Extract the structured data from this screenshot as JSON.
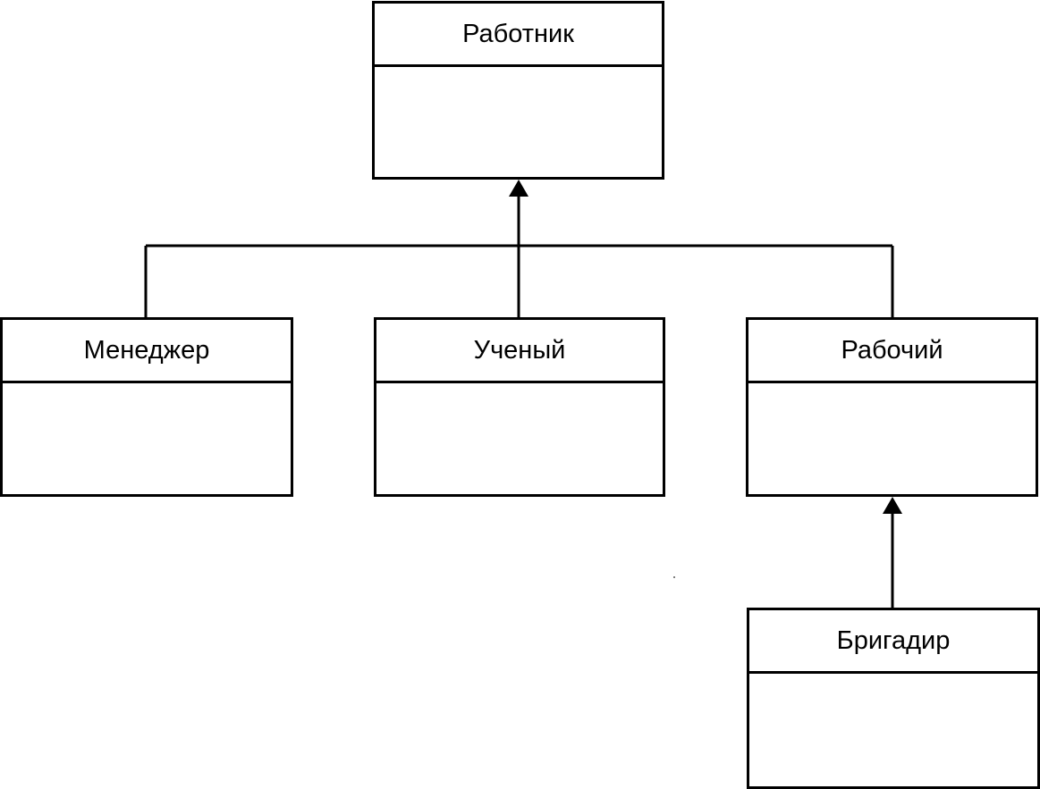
{
  "diagram": {
    "classes": {
      "employee": {
        "name": "Работник"
      },
      "manager": {
        "name": "Менеджер"
      },
      "scientist": {
        "name": "Ученый"
      },
      "worker": {
        "name": "Рабочий"
      },
      "foreman": {
        "name": "Бригадир"
      }
    },
    "relations": [
      {
        "type": "generalization",
        "from": "manager",
        "to": "employee"
      },
      {
        "type": "generalization",
        "from": "scientist",
        "to": "employee"
      },
      {
        "type": "generalization",
        "from": "worker",
        "to": "employee"
      },
      {
        "type": "generalization",
        "from": "foreman",
        "to": "worker"
      }
    ],
    "colors": {
      "line": "#000000",
      "background": "#ffffff"
    }
  }
}
